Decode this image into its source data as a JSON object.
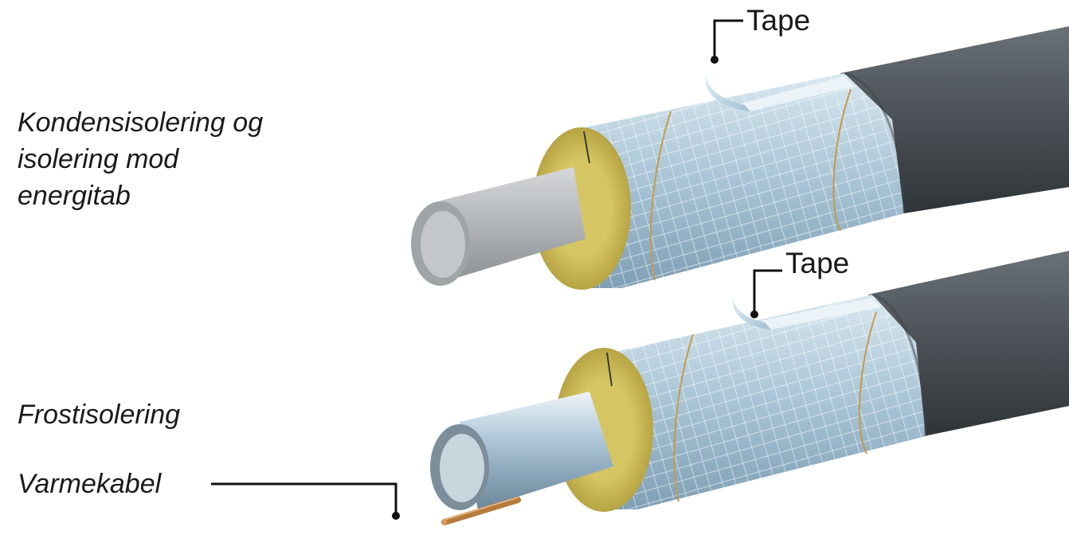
{
  "labels": {
    "condensation": [
      "Kondensisolering og",
      "isolering mod",
      "energitab"
    ],
    "frost": "Frostisolering",
    "heating_cable": "Varmekabel",
    "tape_top": "Tape",
    "tape_bottom": "Tape"
  },
  "colors": {
    "outer_pipe": "#4e5459",
    "inner_pipe": "#b9bcbe",
    "mineral_wool": "#cbbb58",
    "foil_mesh": "#a9c7d9",
    "callout_line": "#111111",
    "copper_cable": "#c98a4b"
  }
}
